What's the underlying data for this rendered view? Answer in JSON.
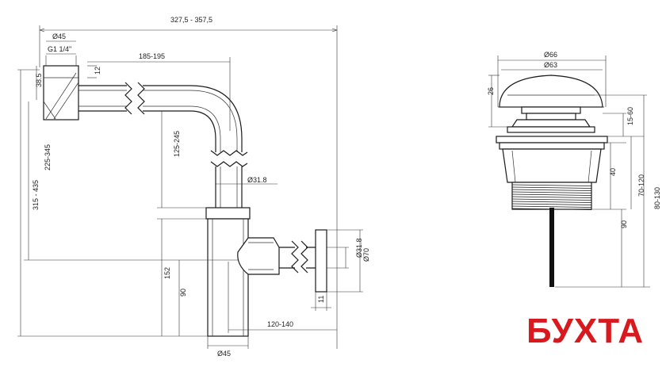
{
  "siphon": {
    "overall_width": "327,5 - 357,5",
    "inlet_diameter": "Ø45",
    "thread": "G1 1/4\"",
    "arm_length": "185-195",
    "inlet_offset": "12",
    "inlet_height": "38.5",
    "total_height": "315 - 435",
    "mid_height": "225-345",
    "tube_height": "125-245",
    "tube_diameter_top": "Ø31.8",
    "body_height": "152",
    "outlet_height": "90",
    "outlet_length": "120-140",
    "body_diameter": "Ø45",
    "outlet_diameter": "Ø31.8",
    "flange_diameter": "Ø70",
    "flange_thickness": "11"
  },
  "drain_valve": {
    "cap_outer_diameter": "Ø66",
    "cap_inner_diameter": "Ø63",
    "cap_height": "26",
    "adjust_range": "15-60",
    "body_height": "40",
    "range_1": "70-120",
    "range_2": "80-130",
    "length": "90"
  },
  "logo": {
    "text": "БУХТА"
  }
}
